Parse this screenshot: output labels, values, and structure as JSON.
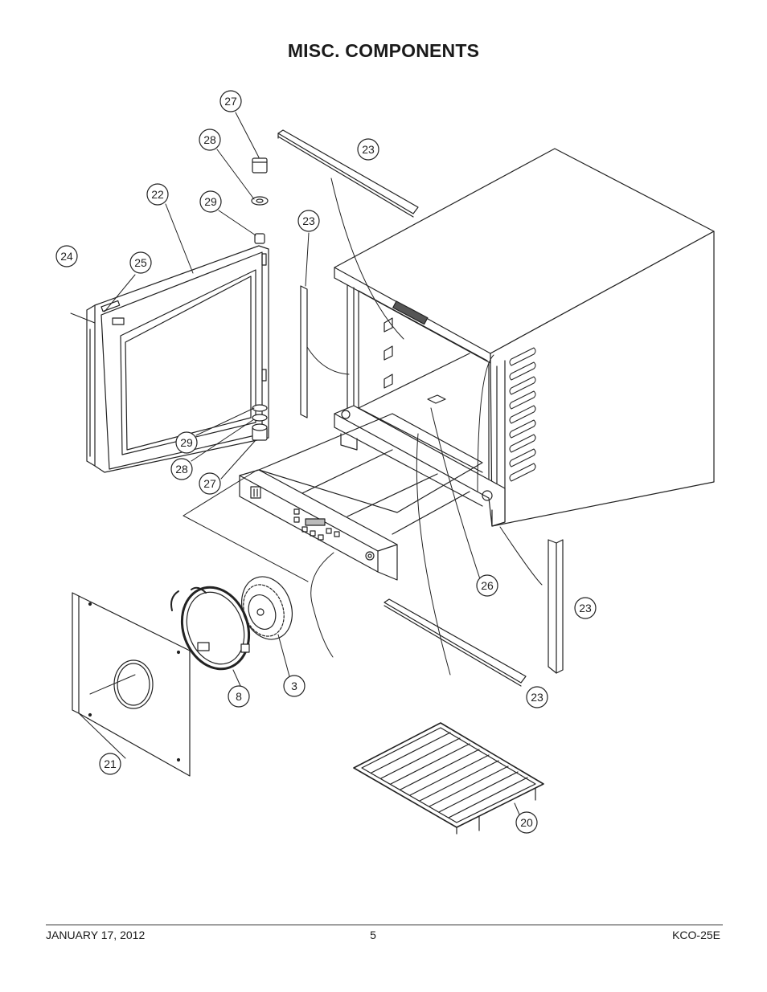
{
  "page": {
    "title": "MISC. COMPONENTS"
  },
  "callouts": {
    "c27a": "27",
    "c28a": "28",
    "c29a": "29",
    "c22": "22",
    "c24": "24",
    "c25": "25",
    "c23a": "23",
    "c23b": "23",
    "c29b": "29",
    "c28b": "28",
    "c27b": "27",
    "c26": "26",
    "c23c": "23",
    "c23d": "23",
    "c3": "3",
    "c8": "8",
    "c21": "21",
    "c20": "20"
  },
  "footer": {
    "date": "JANUARY 17, 2012",
    "page_number": "5",
    "model": "KCO-25E"
  }
}
